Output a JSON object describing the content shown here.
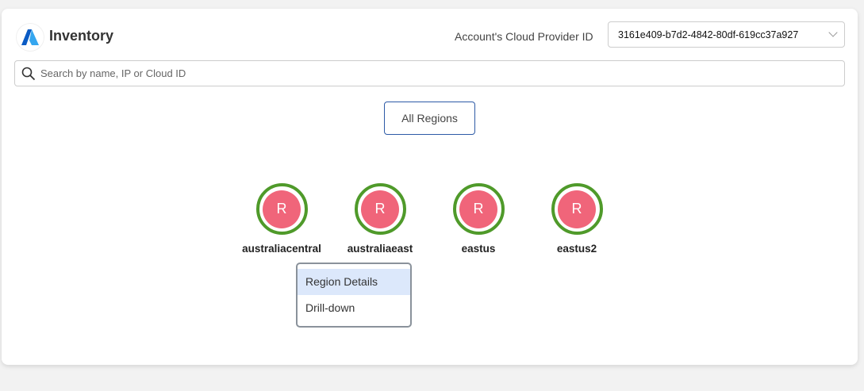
{
  "header": {
    "title": "Inventory",
    "logo": "azure-logo",
    "account_label": "Account's Cloud Provider ID",
    "account_value": "3161e409-b7d2-4842-80df-619cc37a927"
  },
  "search": {
    "placeholder": "Search by name, IP or Cloud ID"
  },
  "all_regions_label": "All Regions",
  "regions": [
    {
      "name": "australiacentral",
      "badge": "R"
    },
    {
      "name": "australiaeast",
      "badge": "R"
    },
    {
      "name": "eastus",
      "badge": "R"
    },
    {
      "name": "eastus2",
      "badge": "R"
    }
  ],
  "context_menu": {
    "items": [
      "Region Details",
      "Drill-down"
    ],
    "highlighted": "Region Details"
  },
  "colors": {
    "ring": "#4f9a2a",
    "badge": "#f0657a",
    "button_border": "#2d5aa6",
    "menu_highlight": "#dce8fb"
  }
}
